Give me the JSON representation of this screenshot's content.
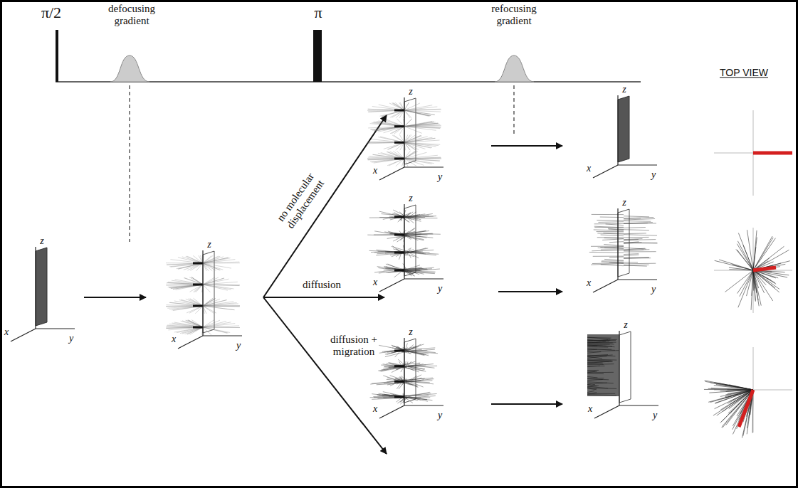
{
  "diagram": {
    "labels": [
      "π/2",
      "defocusing gradient",
      "π",
      "refocusing gradient",
      "TOP VIEW",
      "z",
      "x",
      "y",
      "z",
      "x",
      "y",
      "no molecular displacement",
      "z",
      "x",
      "y",
      "z",
      "x",
      "y",
      "diffusion",
      "z",
      "x",
      "y",
      "z",
      "x",
      "y",
      "diffusion + migration",
      "z",
      "x",
      "y",
      "z",
      "x",
      "y"
    ]
  }
}
